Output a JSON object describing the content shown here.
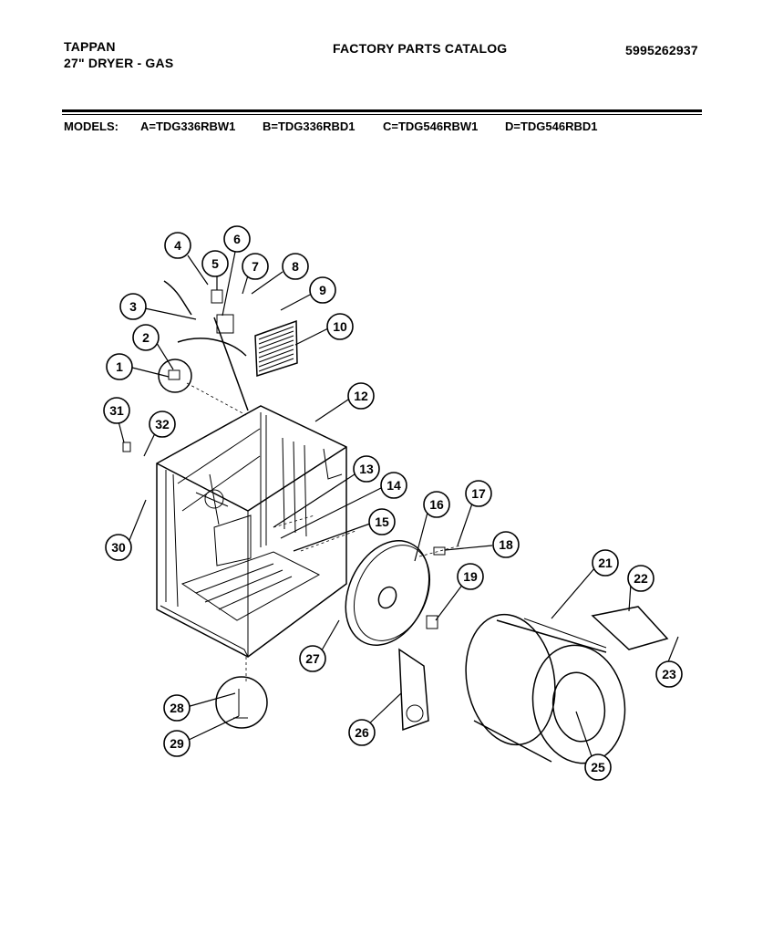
{
  "header": {
    "brand": "TAPPAN",
    "product": "27\" DRYER - GAS",
    "catalog_title": "FACTORY PARTS CATALOG",
    "part_number": "5995262937"
  },
  "models": {
    "label": "MODELS:",
    "entries": [
      "A=TDG336RBW1",
      "B=TDG336RBD1",
      "C=TDG546RBW1",
      "D=TDG546RBD1"
    ]
  },
  "callouts": [
    "1",
    "2",
    "3",
    "4",
    "5",
    "6",
    "7",
    "8",
    "9",
    "10",
    "12",
    "13",
    "14",
    "15",
    "16",
    "17",
    "18",
    "19",
    "21",
    "22",
    "23",
    "25",
    "26",
    "27",
    "28",
    "29",
    "30",
    "31",
    "32"
  ]
}
